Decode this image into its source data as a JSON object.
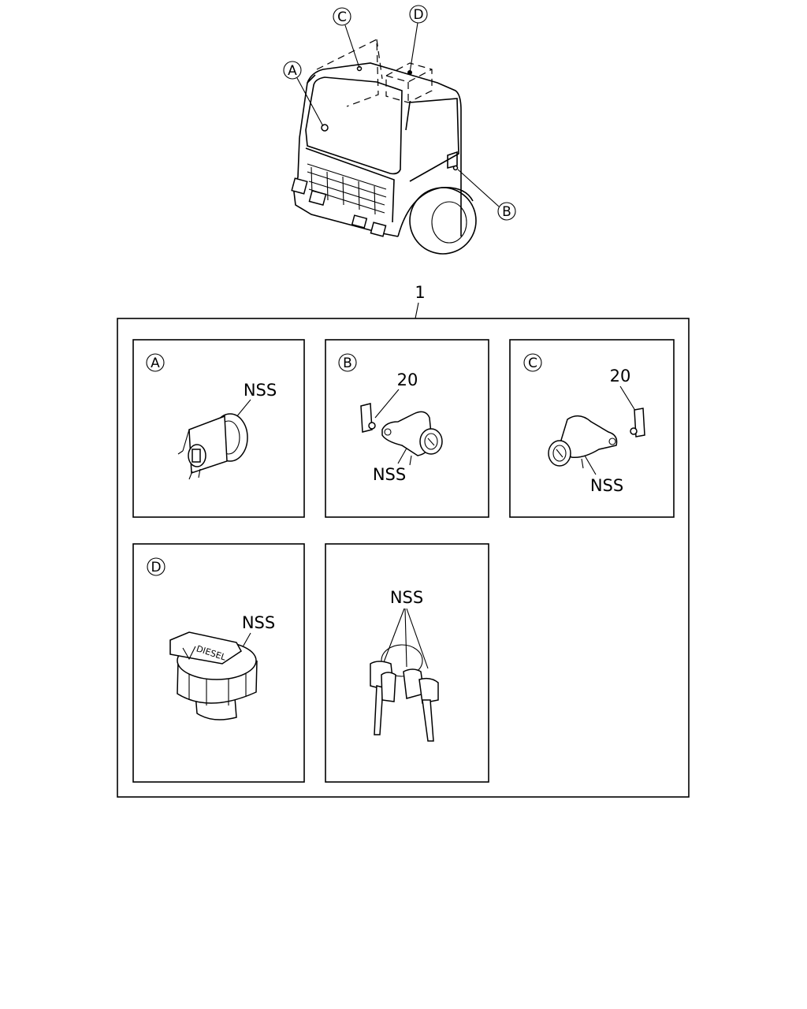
{
  "overview": {
    "callouts": [
      "C",
      "D",
      "A",
      "B"
    ]
  },
  "assembly": {
    "number": "1"
  },
  "panels": {
    "a": {
      "letter": "A",
      "part_label": "NSS"
    },
    "b": {
      "letter": "B",
      "part_label": "NSS",
      "ref_number": "20"
    },
    "c": {
      "letter": "C",
      "part_label": "NSS",
      "ref_number": "20"
    },
    "d": {
      "letter": "D",
      "part_label": "NSS",
      "cap_text": "DIESEL"
    },
    "keys": {
      "part_label": "NSS"
    }
  }
}
